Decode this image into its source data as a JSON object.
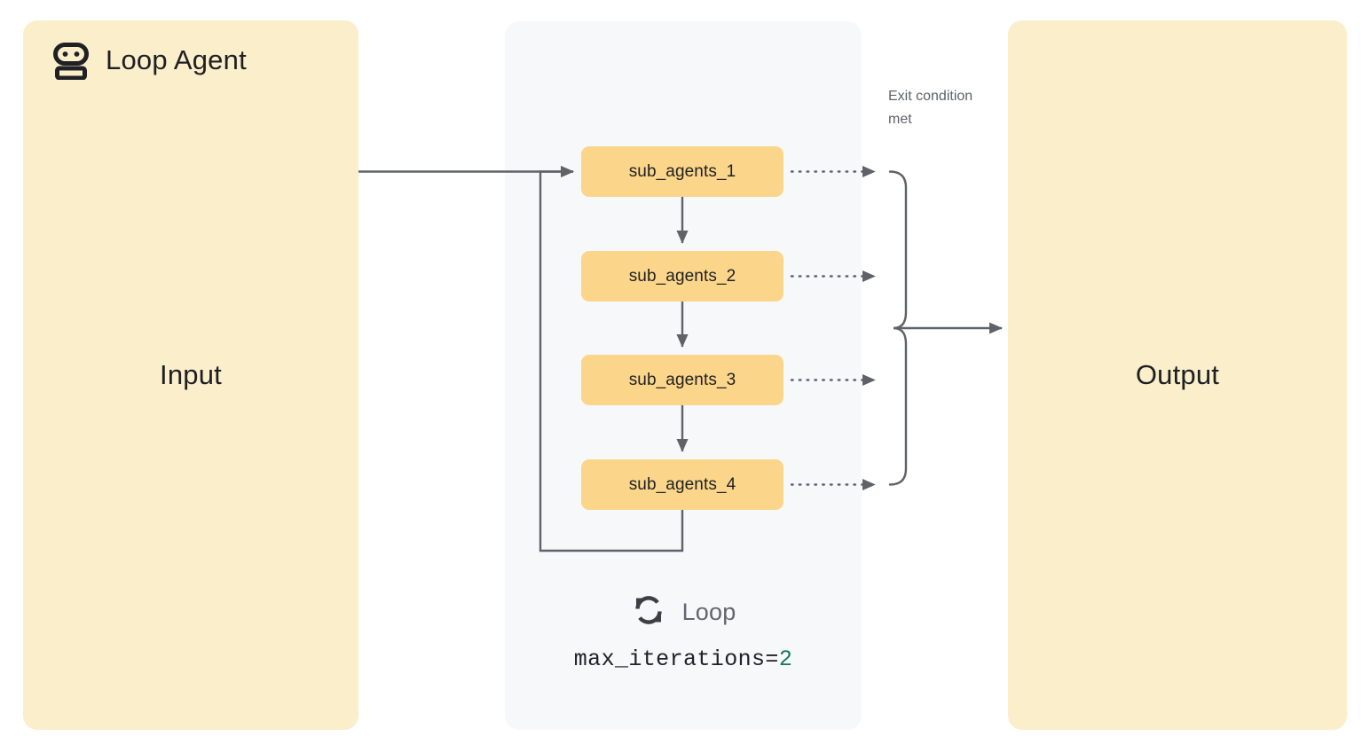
{
  "diagram": {
    "input": {
      "label": "Input"
    },
    "output": {
      "label": "Output"
    },
    "agent": {
      "title": "Loop Agent",
      "icon": "robot-icon",
      "sub_agents": [
        {
          "label": "sub_agents_1"
        },
        {
          "label": "sub_agents_2"
        },
        {
          "label": "sub_agents_3"
        },
        {
          "label": "sub_agents_4"
        }
      ],
      "footer": {
        "icon": "loop-refresh-icon",
        "loop_label": "Loop",
        "param_name": "max_iterations=",
        "param_value": "2"
      }
    },
    "annotations": {
      "exit_condition": "Exit condition met"
    },
    "colors": {
      "io_panel": "#FAEECB",
      "agent_panel": "#F7F8FA",
      "node": "#FBD68A",
      "stroke": "#5f6368",
      "text": "#1f1f22",
      "muted_text": "#5f6368",
      "value_green": "#137a56"
    }
  }
}
